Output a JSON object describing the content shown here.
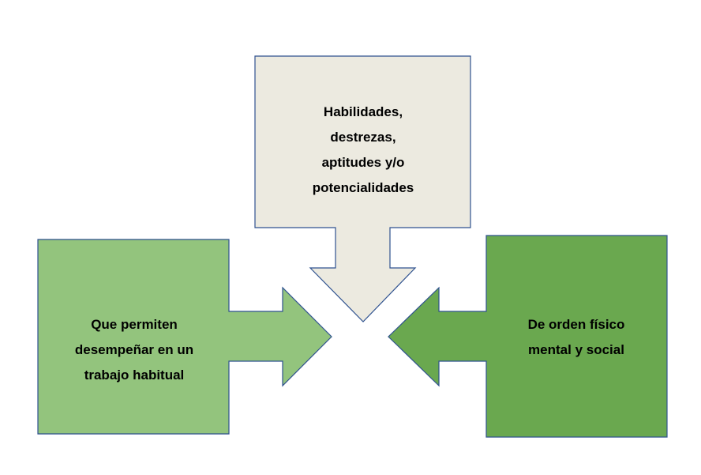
{
  "shapes": {
    "top": {
      "lines": [
        "Habilidades,",
        "destrezas,",
        "aptitudes y/o",
        "potencialidades"
      ],
      "fill": "#ECEAE0",
      "stroke": "#2F528F"
    },
    "left": {
      "lines": [
        "Que permiten",
        "desempeñar en un",
        "trabajo habitual"
      ],
      "fill": "#93C47D",
      "stroke": "#2F528F"
    },
    "right": {
      "lines": [
        "De orden físico",
        "mental y social"
      ],
      "fill": "#6AA84F",
      "stroke": "#2F528F"
    }
  }
}
